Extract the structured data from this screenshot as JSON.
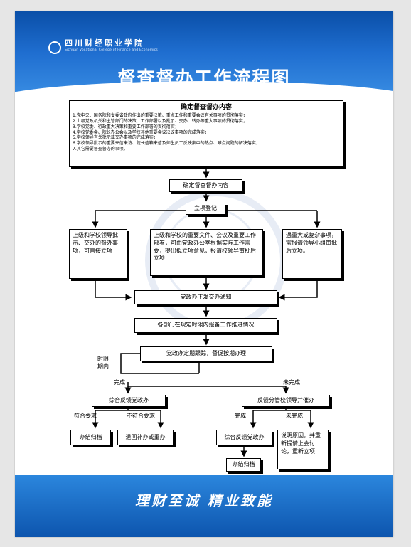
{
  "header": {
    "school_name_cn": "四川财经职业学院",
    "school_name_en": "Sichuan Vocational College of Finance and Economics",
    "title": "督查督办工作流程图"
  },
  "content_box": {
    "title": "确定督查督办内容",
    "items": [
      "1.党中央、国务院和省委省政府作出的重要决策、重点工作和重要会议有关事项的贯彻落实；",
      "2.上级党政机关和主管部门的决策、工作部署以及批示、交办、转办等重大事项的贯彻落实；",
      "3.学校党委、行政重大决策和重要工作部署的贯彻落实；",
      "4.学校党委会、院长办公会以及学校其他重要会议决议事项的完成落实；",
      "5.学校领导有关批示或交办事项的完成落实；",
      "6.学校领导批示的重要来信来访、院长信箱来信及师生员工反映集中的热点、难点问题的解决落实；",
      "7.其它需要督查督办的事项。"
    ]
  },
  "steps": {
    "confirm": "确定督查督办内容",
    "register": "立项登记",
    "left_source": "上级和学校领导批示、交办的督办事项，可直接立项",
    "middle_source": "上级和学校的重要文件、会议及重要工作部署，可由党政办公室根据实际工作需要，提出拟立项意见，报请校领导审批后立项",
    "right_source": "遇重大或复杂事项，需报请领导小组审批后立项。",
    "notice": "党政办下发交办通知",
    "report": "各部门在规定时限内报备工作推进情况",
    "track": "党政办定期跟踪，督促按期办理",
    "feedback_done": "综合反馈党政办",
    "feedback_undone": "反馈分管校领导并催办",
    "archive_left": "办结归档",
    "redo": "退回补办或重办",
    "feedback_done_2": "综合反馈党政办",
    "archive_right": "办结归档",
    "explain": "说明原因，并重新提请上会讨论，重新立项"
  },
  "labels": {
    "within_time_1": "时限",
    "within_time_2": "期内",
    "completed": "完成",
    "not_completed": "未完成",
    "meets": "符合要求",
    "not_meets": "不符合要求",
    "completed_2": "完成",
    "not_completed_2": "未完成"
  },
  "footer": {
    "slogan": "理财至诚  精业致能"
  }
}
